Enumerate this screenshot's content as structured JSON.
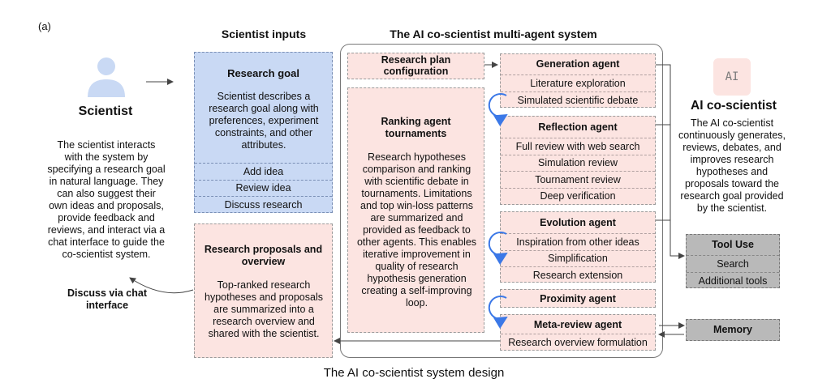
{
  "figure_label": "(a)",
  "caption": "The AI co-scientist system design",
  "scientist": {
    "title": "Scientist",
    "description": "The scientist interacts with the system by specifying a research goal in natural language. They can also suggest their own ideas and proposals, provide feedback and reviews, and interact via a chat interface to guide the co-scientist system.",
    "discuss_label": "Discuss via chat interface"
  },
  "inputs": {
    "header": "Scientist inputs",
    "research_goal": {
      "title": "Research goal",
      "description": "Scientist describes a research goal along with preferences, experiment constraints, and other attributes."
    },
    "options": [
      "Add idea",
      "Review idea",
      "Discuss research"
    ],
    "proposals": {
      "title": "Research proposals and overview",
      "description": "Top-ranked research hypotheses and proposals are summarized into a research overview and shared with the scientist."
    }
  },
  "system": {
    "header": "The AI co-scientist multi-agent system",
    "plan_config": "Research plan configuration",
    "ranking": {
      "title": "Ranking agent tournaments",
      "description": "Research hypotheses comparison and ranking with scientific debate in tournaments. Limitations and top win-loss patterns are summarized and provided as feedback to other agents. This enables iterative improvement in quality of research hypothesis generation creating a self-improving loop."
    },
    "agents": {
      "generation": {
        "title": "Generation agent",
        "items": [
          "Literature exploration",
          "Simulated scientific debate"
        ]
      },
      "reflection": {
        "title": "Reflection agent",
        "items": [
          "Full review with web search",
          "Simulation review",
          "Tournament review",
          "Deep verification"
        ]
      },
      "evolution": {
        "title": "Evolution agent",
        "items": [
          "Inspiration from other ideas",
          "Simplification",
          "Research extension"
        ]
      },
      "proximity": {
        "title": "Proximity agent"
      },
      "meta_review": {
        "title": "Meta-review agent",
        "items": [
          "Research overview formulation"
        ]
      }
    }
  },
  "ai": {
    "icon_text": "AI",
    "title": "AI co-scientist",
    "description": "The AI co-scientist continuously generates, reviews, debates, and improves research hypotheses and proposals toward the research goal provided by the scientist."
  },
  "tool_use": {
    "title": "Tool Use",
    "items": [
      "Search",
      "Additional tools"
    ]
  },
  "memory": {
    "title": "Memory"
  },
  "colors": {
    "pink": "#fce4e1",
    "blue": "#c9d9f4",
    "gray": "#b9b9b9",
    "loop_blue": "#3b78e7",
    "icon_bg": "#fce4e1",
    "icon_fg": "#7a7a7a"
  }
}
